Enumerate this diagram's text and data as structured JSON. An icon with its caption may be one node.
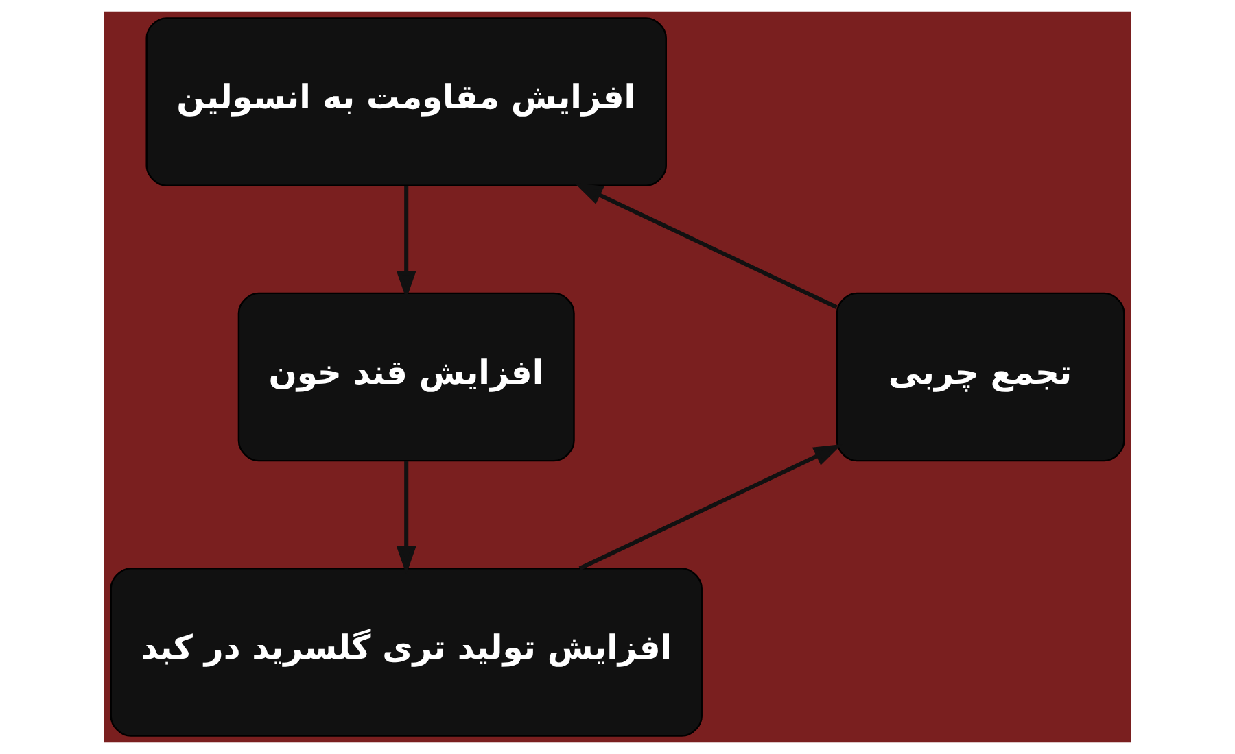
{
  "diagram": {
    "nodes": [
      {
        "text": [
          "افزایش مقاومت به انسولین"
        ]
      },
      {
        "text": [
          "افزایش قند خون"
        ]
      },
      {
        "text": [
          "افزایش تولید تری گلسرید در کبد"
        ]
      },
      {
        "text": [
          "تجمع چربی"
        ]
      }
    ],
    "edges": [
      {
        "from": 0,
        "to": 1,
        "arrow": "to"
      },
      {
        "from": 1,
        "to": 2,
        "arrow": "to"
      },
      {
        "from": 2,
        "to": 3,
        "arrow": "to"
      },
      {
        "from": 3,
        "to": 0,
        "arrow": "to"
      }
    ]
  }
}
